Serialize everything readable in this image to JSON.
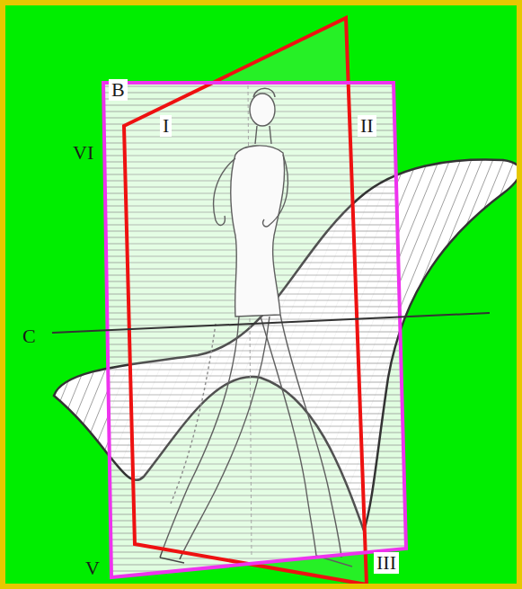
{
  "diagram": {
    "labels": [
      "B",
      "I",
      "II",
      "VI",
      "C",
      "V",
      "III"
    ]
  }
}
